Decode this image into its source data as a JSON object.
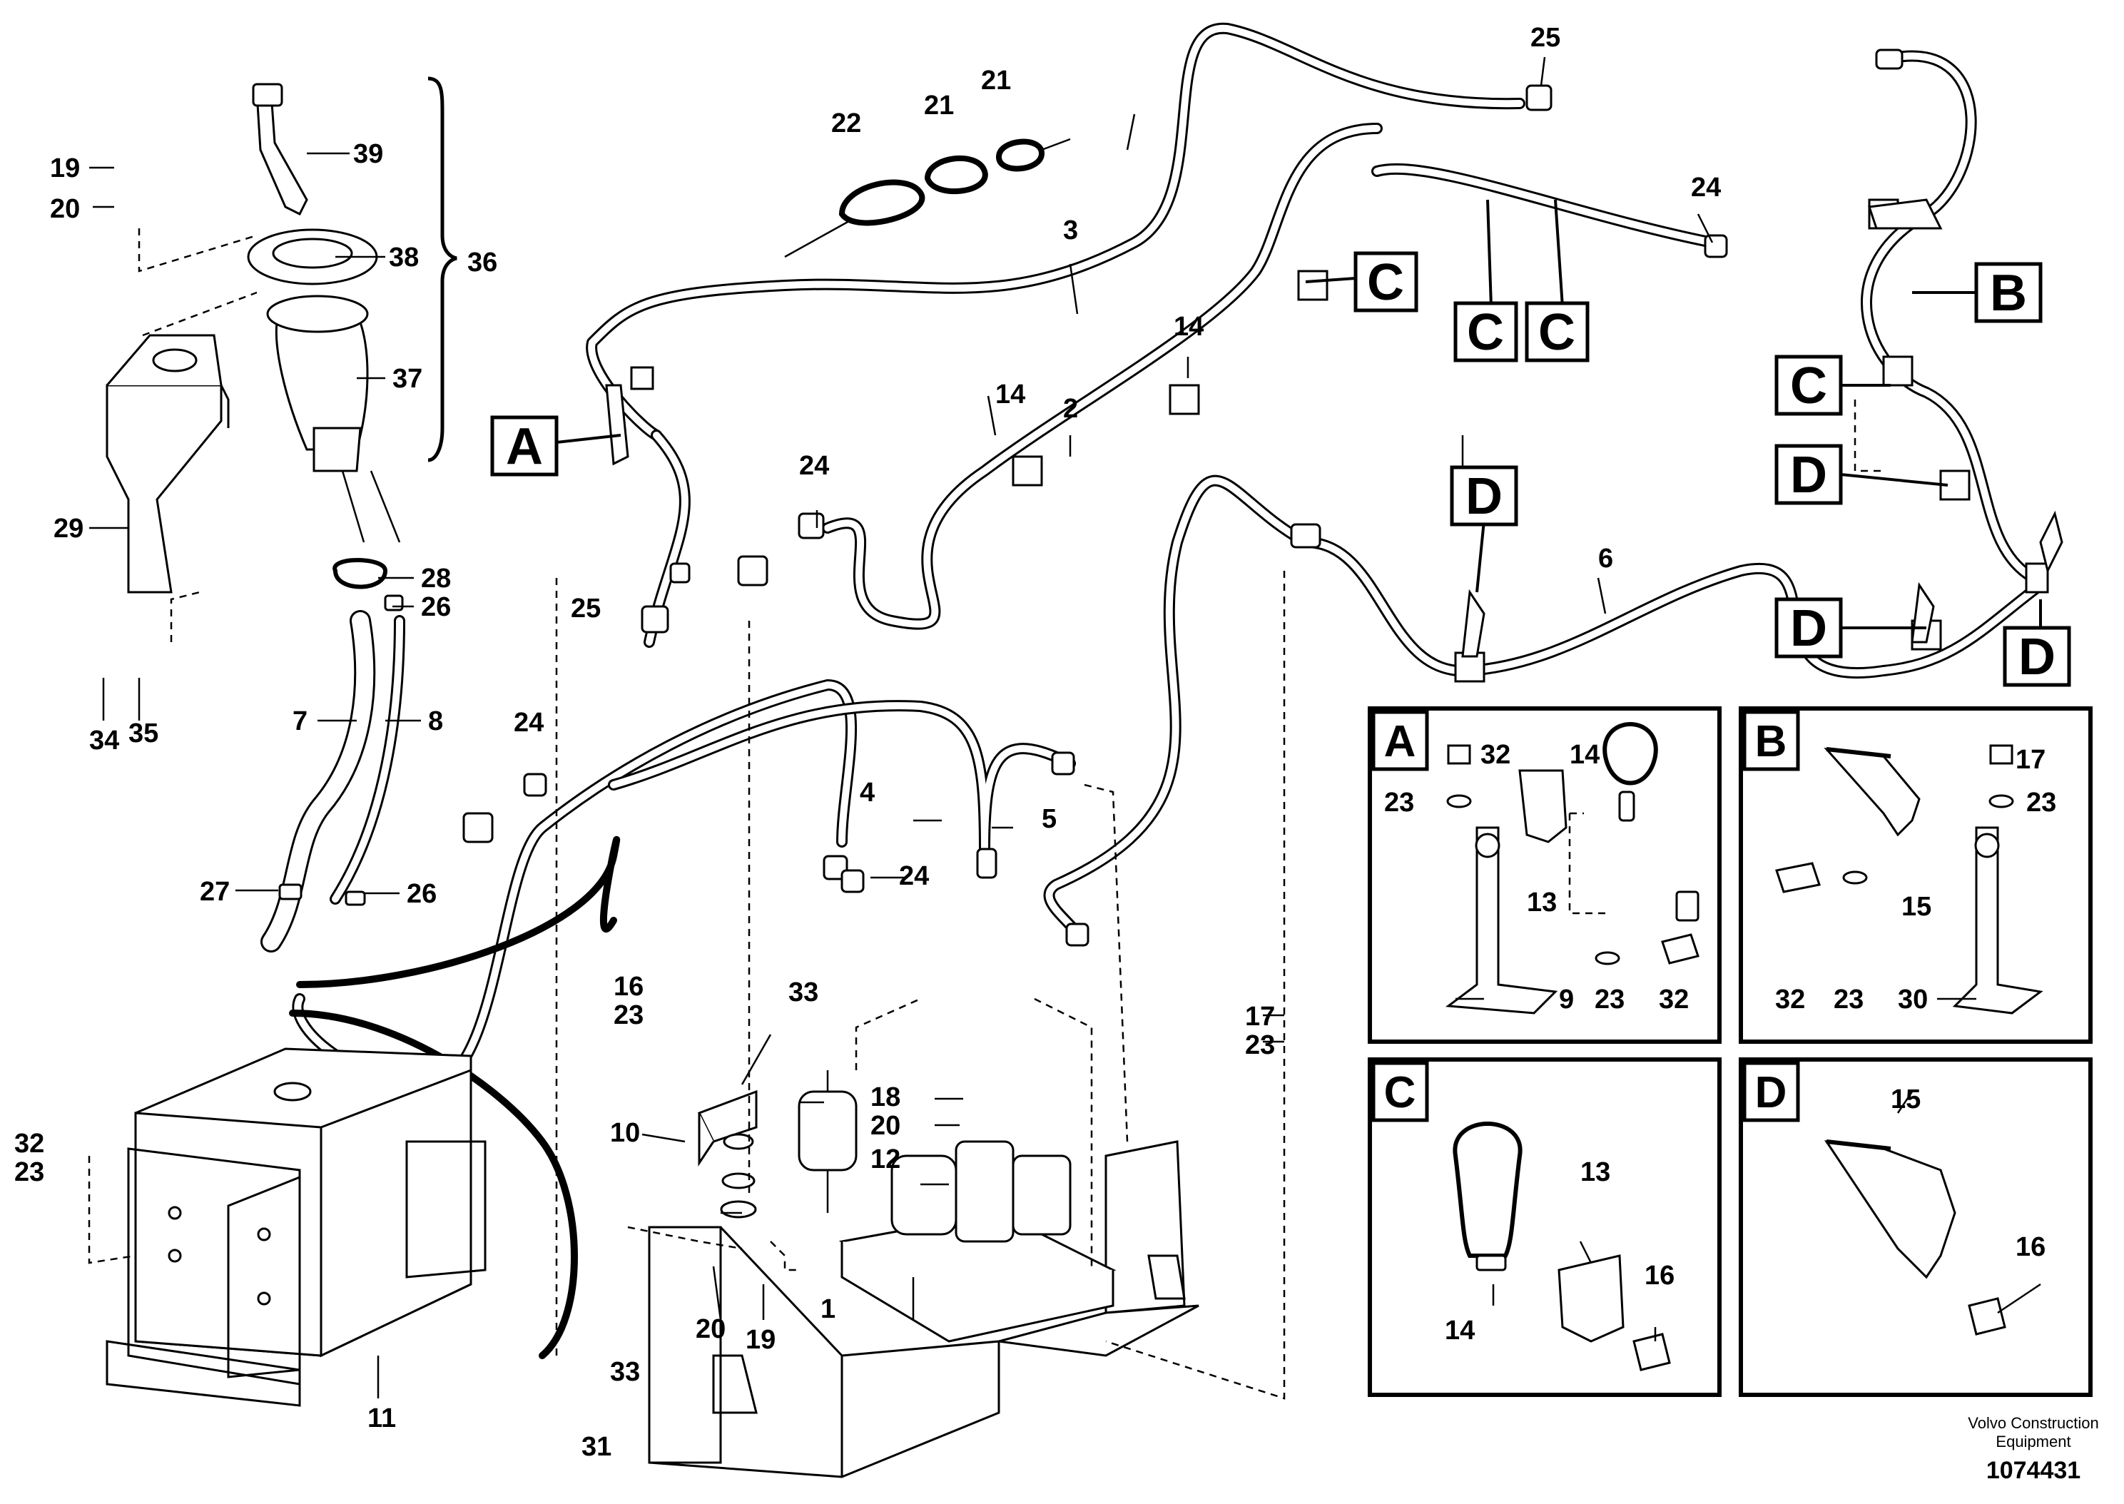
{
  "callouts": {
    "c1": "1",
    "c2": "2",
    "c3": "3",
    "c4": "4",
    "c5": "5",
    "c6": "6",
    "c7": "7",
    "c8": "8",
    "c9": "9",
    "c10": "10",
    "c11": "11",
    "c12": "12",
    "c13": "13",
    "c14": "14",
    "c15": "15",
    "c16": "16",
    "c17": "17",
    "c18": "18",
    "c19": "19",
    "c20": "20",
    "c21": "21",
    "c22": "22",
    "c23": "23",
    "c24": "24",
    "c25": "25",
    "c26": "26",
    "c27": "27",
    "c28": "28",
    "c29": "29",
    "c30": "30",
    "c31": "31",
    "c32": "32",
    "c33": "33",
    "c34": "34",
    "c35": "35",
    "c36": "36",
    "c37": "37",
    "c38": "38",
    "c39": "39"
  },
  "detail_refs": {
    "A": "A",
    "B": "B",
    "C": "C",
    "D": "D"
  },
  "panels": {
    "a_title": "A",
    "b_title": "B",
    "c_title": "C",
    "d_title": "D"
  },
  "footer": {
    "brand_line1": "Volvo Construction",
    "brand_line2": "Equipment",
    "doc_number": "1074431"
  }
}
